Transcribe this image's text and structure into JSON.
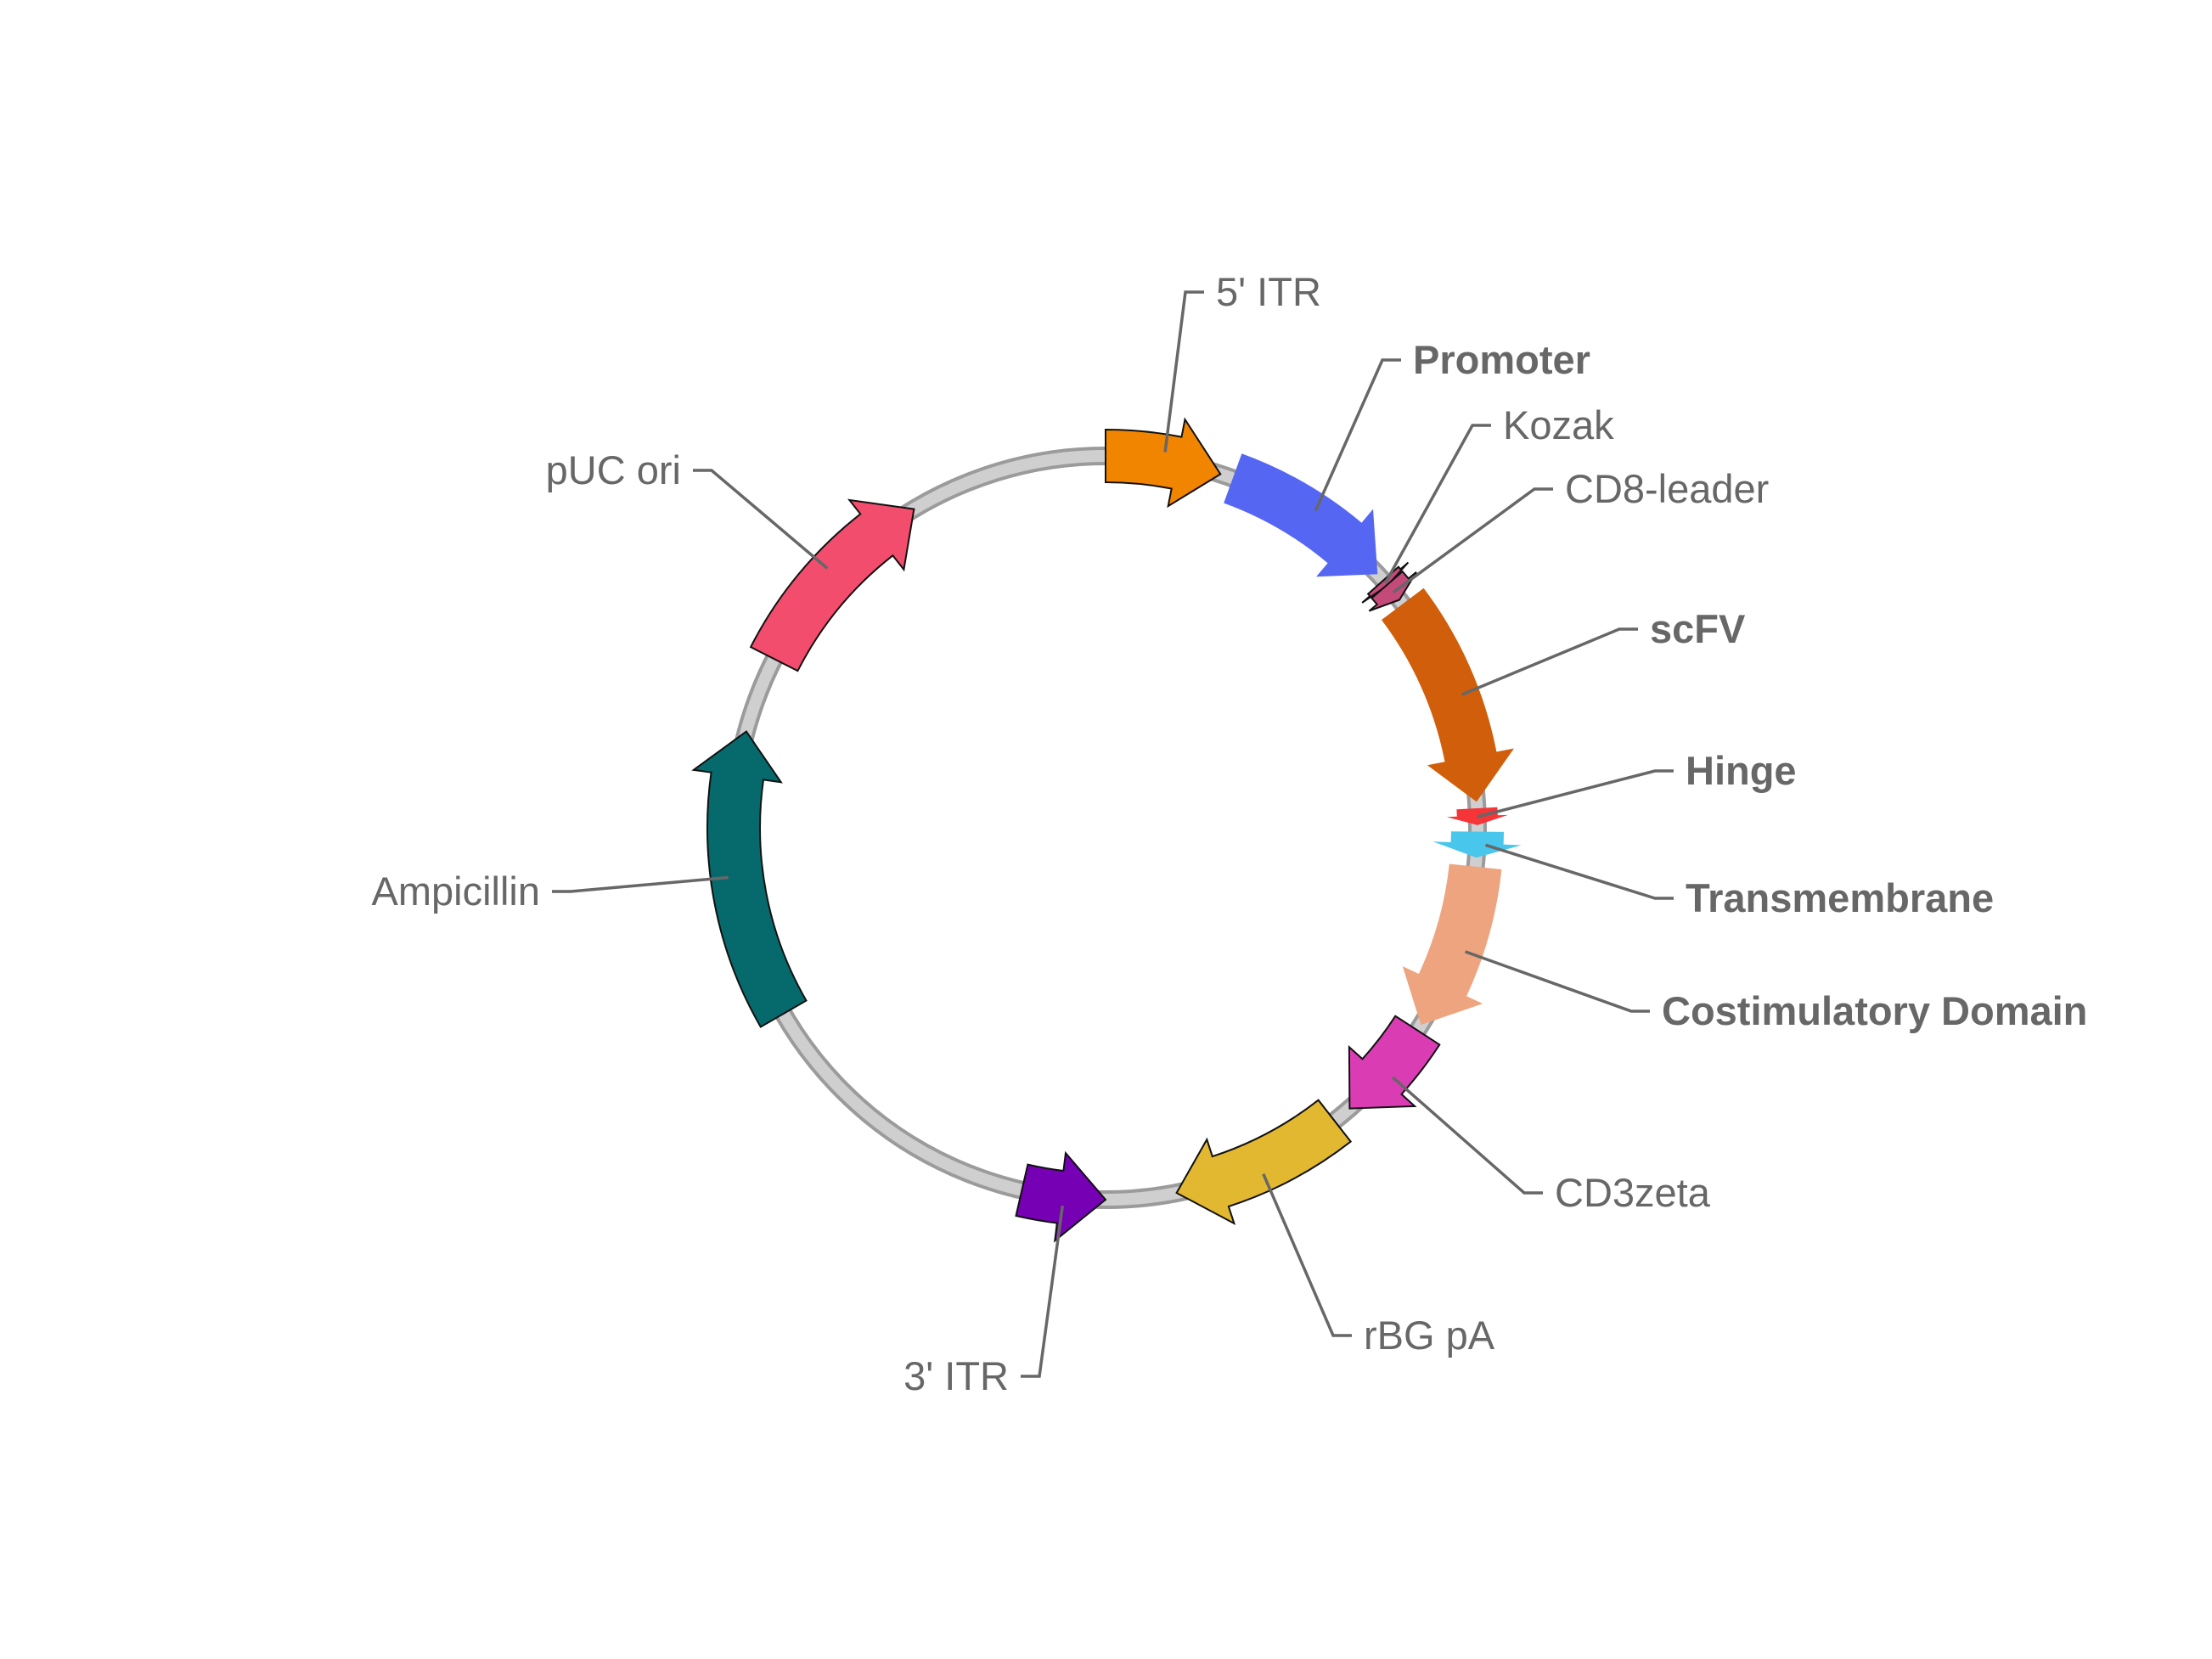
{
  "map": {
    "type": "circular-plasmid-map",
    "backbone_colors": {
      "outline": "#9b9b9b",
      "fill": "#cfcfcf"
    },
    "label_color": "#676767",
    "features": [
      {
        "id": "5-itr",
        "name": "5' ITR",
        "start_deg": 0,
        "end_deg": 18,
        "direction": "forward",
        "color": "#f28500",
        "outlined": true,
        "bold": false
      },
      {
        "id": "promoter",
        "name": "Promoter",
        "start_deg": 20,
        "end_deg": 47,
        "direction": "forward",
        "color": "#5566f2",
        "outlined": false,
        "bold": true
      },
      {
        "id": "kozak",
        "name": "Kozak",
        "start_deg": 48.3,
        "end_deg": 49.3,
        "direction": "forward",
        "color": "#c44a7a",
        "outlined": true,
        "bold": false
      },
      {
        "id": "cd8-leader",
        "name": "CD8-leader",
        "start_deg": 49.2,
        "end_deg": 52.2,
        "direction": "forward",
        "color": "#c44a7a",
        "outlined": true,
        "bold": false
      },
      {
        "id": "scfv",
        "name": "scFV",
        "start_deg": 53,
        "end_deg": 86,
        "direction": "forward",
        "color": "#d05e0a",
        "outlined": false,
        "bold": true
      },
      {
        "id": "hinge",
        "name": "Hinge",
        "start_deg": 87,
        "end_deg": 89.6,
        "direction": "forward",
        "color": "#f53538",
        "outlined": false,
        "bold": true
      },
      {
        "id": "transmembrane",
        "name": "Transmembrane",
        "start_deg": 90.6,
        "end_deg": 94.6,
        "direction": "forward",
        "color": "#48c6ec",
        "outlined": false,
        "bold": true
      },
      {
        "id": "costimulatory-domain",
        "name": "Costimulatory Domain",
        "start_deg": 96,
        "end_deg": 122,
        "direction": "forward",
        "color": "#eda47f",
        "outlined": false,
        "bold": true
      },
      {
        "id": "cd3zeta",
        "name": "CD3zeta",
        "start_deg": 123,
        "end_deg": 139,
        "direction": "forward",
        "color": "#da3cb4",
        "outlined": true,
        "bold": false
      },
      {
        "id": "rbg-pa",
        "name": "rBG pA",
        "start_deg": 142,
        "end_deg": 169,
        "direction": "forward",
        "color": "#e2b830",
        "outlined": true,
        "bold": false
      },
      {
        "id": "3-itr",
        "name": "3' ITR",
        "start_deg": 193,
        "end_deg": 180,
        "direction": "reverse",
        "color": "#7500b4",
        "outlined": true,
        "bold": false
      },
      {
        "id": "ampicillin",
        "name": "Ampicillin",
        "start_deg": 240,
        "end_deg": 285,
        "direction": "forward",
        "color": "#066a6c",
        "outlined": true,
        "bold": false
      },
      {
        "id": "puc-ori",
        "name": "pUC ori",
        "start_deg": 297,
        "end_deg": 329,
        "direction": "forward",
        "color": "#f34d6e",
        "outlined": true,
        "bold": false
      }
    ]
  }
}
